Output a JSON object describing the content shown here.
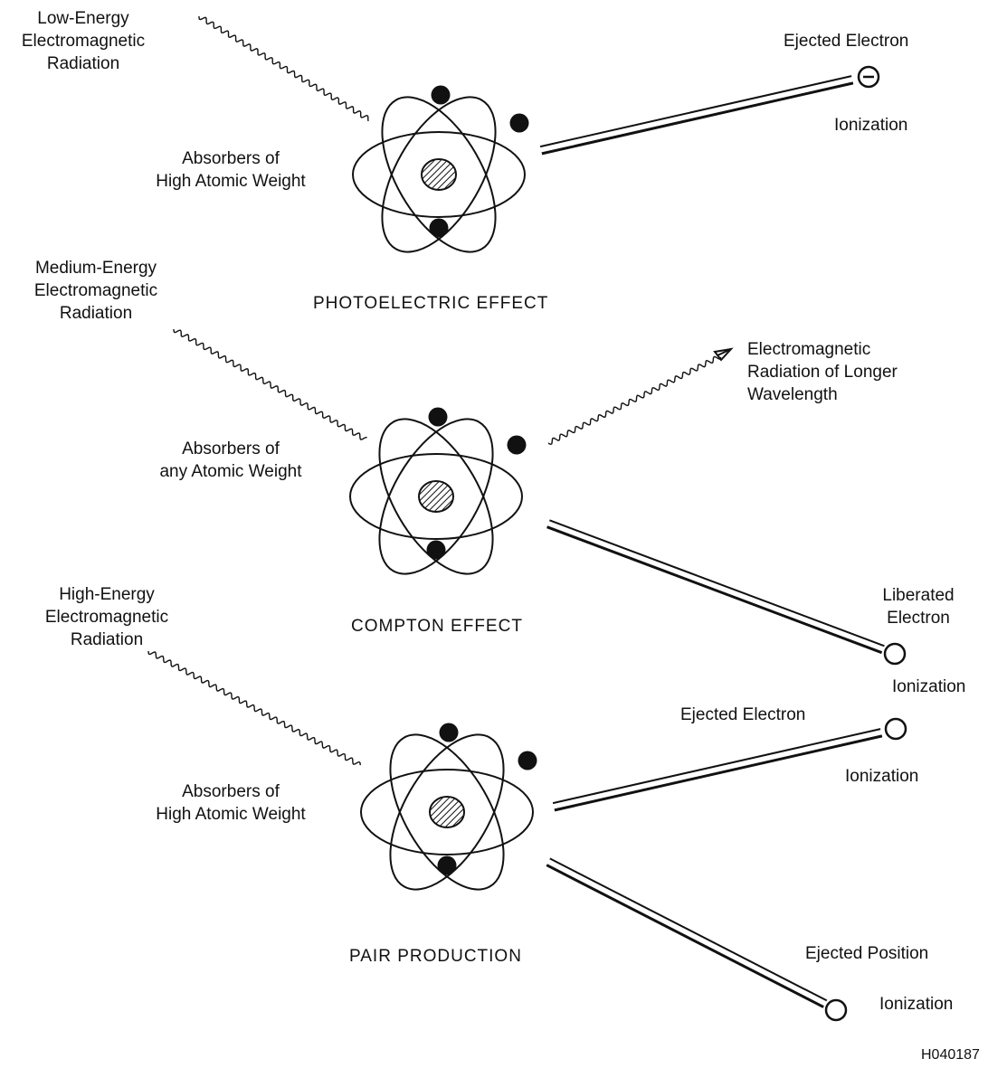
{
  "colors": {
    "ink": "#111111",
    "background": "#ffffff"
  },
  "figure_id": "H040187",
  "panels": [
    {
      "id": "photoelectric",
      "title": "PHOTOELECTRIC EFFECT",
      "incident": [
        "Low-Energy",
        "Electromagnetic",
        "Radiation"
      ],
      "absorber": [
        "Absorbers of",
        "High Atomic Weight"
      ],
      "products": [
        {
          "label": [
            "Ejected Electron"
          ],
          "ionization": "Ionization",
          "symbol": "minus-circle"
        }
      ]
    },
    {
      "id": "compton",
      "title": "COMPTON EFFECT",
      "incident": [
        "Medium-Energy",
        "Electromagnetic",
        "Radiation"
      ],
      "absorber": [
        "Absorbers of",
        "any Atomic Weight"
      ],
      "scattered": [
        "Electromagnetic",
        "Radiation of Longer",
        "Wavelength"
      ],
      "products": [
        {
          "label": [
            "Liberated",
            "Electron"
          ],
          "ionization": "Ionization",
          "symbol": "open-circle"
        }
      ]
    },
    {
      "id": "pair",
      "title": "PAIR PRODUCTION",
      "incident": [
        "High-Energy",
        "Electromagnetic",
        "Radiation"
      ],
      "absorber": [
        "Absorbers of",
        "High Atomic Weight"
      ],
      "products": [
        {
          "label": [
            "Ejected Electron"
          ],
          "ionization": "Ionization",
          "symbol": "open-circle"
        },
        {
          "label": [
            "Ejected Position"
          ],
          "ionization": "Ionization",
          "symbol": "open-circle"
        }
      ]
    }
  ]
}
